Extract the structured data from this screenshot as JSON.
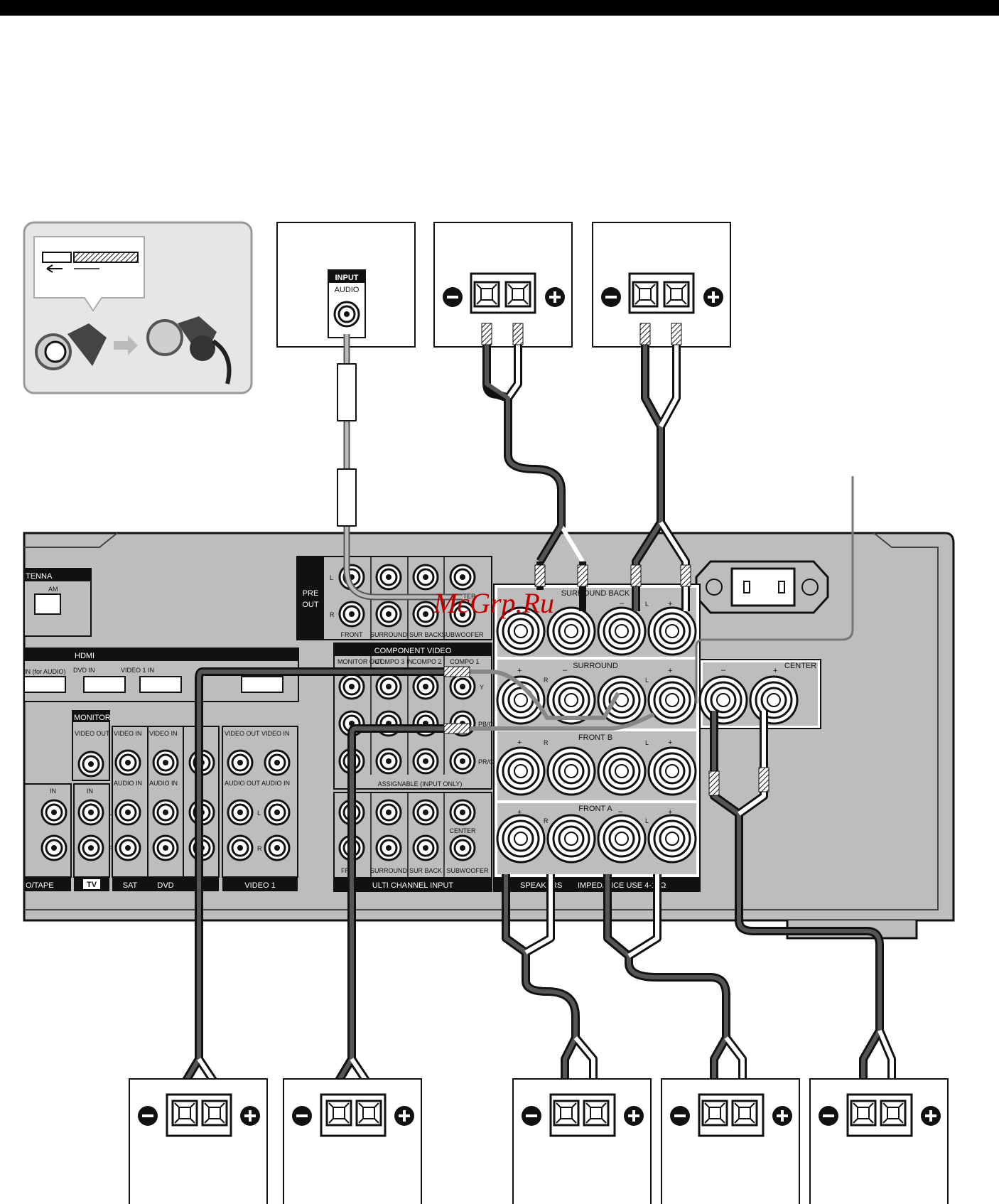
{
  "colors": {
    "panel": "#bdbdbd",
    "panel_edge": "#1a1a1a",
    "cable_dark": "#2a2a2a",
    "cable_light": "#ffffff",
    "cable_grey": "#8a8a8a",
    "watermark": "#c00000",
    "header_bar": "#000000"
  },
  "watermark": "McGrp.Ru",
  "subwoofer_box": {
    "input_title": "INPUT",
    "input_sub": "AUDIO"
  },
  "receiver": {
    "antenna": "TENNA",
    "antenna_am": "AM",
    "hdmi": "HDMI",
    "hdmi_ports": [
      "IN (for AUDIO)",
      "DVD IN",
      "VIDEO 1 IN"
    ],
    "pre_out": [
      "PRE",
      "OUT"
    ],
    "pre_out_channels": [
      "FRONT",
      "SURROUND",
      "SUR BACK",
      "SUBWOOFER"
    ],
    "center": "CENTER",
    "component_video": "COMPONENT VIDEO",
    "component_cols": [
      "MONITOR OUT",
      "COMPO 3 IN",
      "COMPO 2",
      "COMPO 1"
    ],
    "component_rows": [
      "Y",
      "PB/CB",
      "PR/CR"
    ],
    "assignable": "ASSIGNABLE (INPUT ONLY)",
    "multi_channel_input": "ULTI CHANNEL INPUT",
    "multi_channel_cols": [
      "FR",
      "SURROUND",
      "SUR BACK",
      "SUBWOOFER"
    ],
    "speaker_groups": [
      "SURROUND BACK",
      "SURROUND",
      "FRONT B",
      "FRONT A"
    ],
    "speakers": "SPEAKERS",
    "impedance": "IMPEDANCE USE 4-16Ω",
    "center_speaker": "CENTER",
    "monitor": "MONITOR",
    "video_out": "VIDEO OUT",
    "video_in": "VIDEO IN",
    "audio_in": "AUDIO IN",
    "audio_out": "AUDIO OUT",
    "in": "IN",
    "bottom_labels": [
      "O/TAPE",
      "TV",
      "SAT",
      "DVD",
      "VIDEO 1"
    ],
    "letter_L": "L",
    "letter_R": "R",
    "plus": "+",
    "minus": "–"
  }
}
